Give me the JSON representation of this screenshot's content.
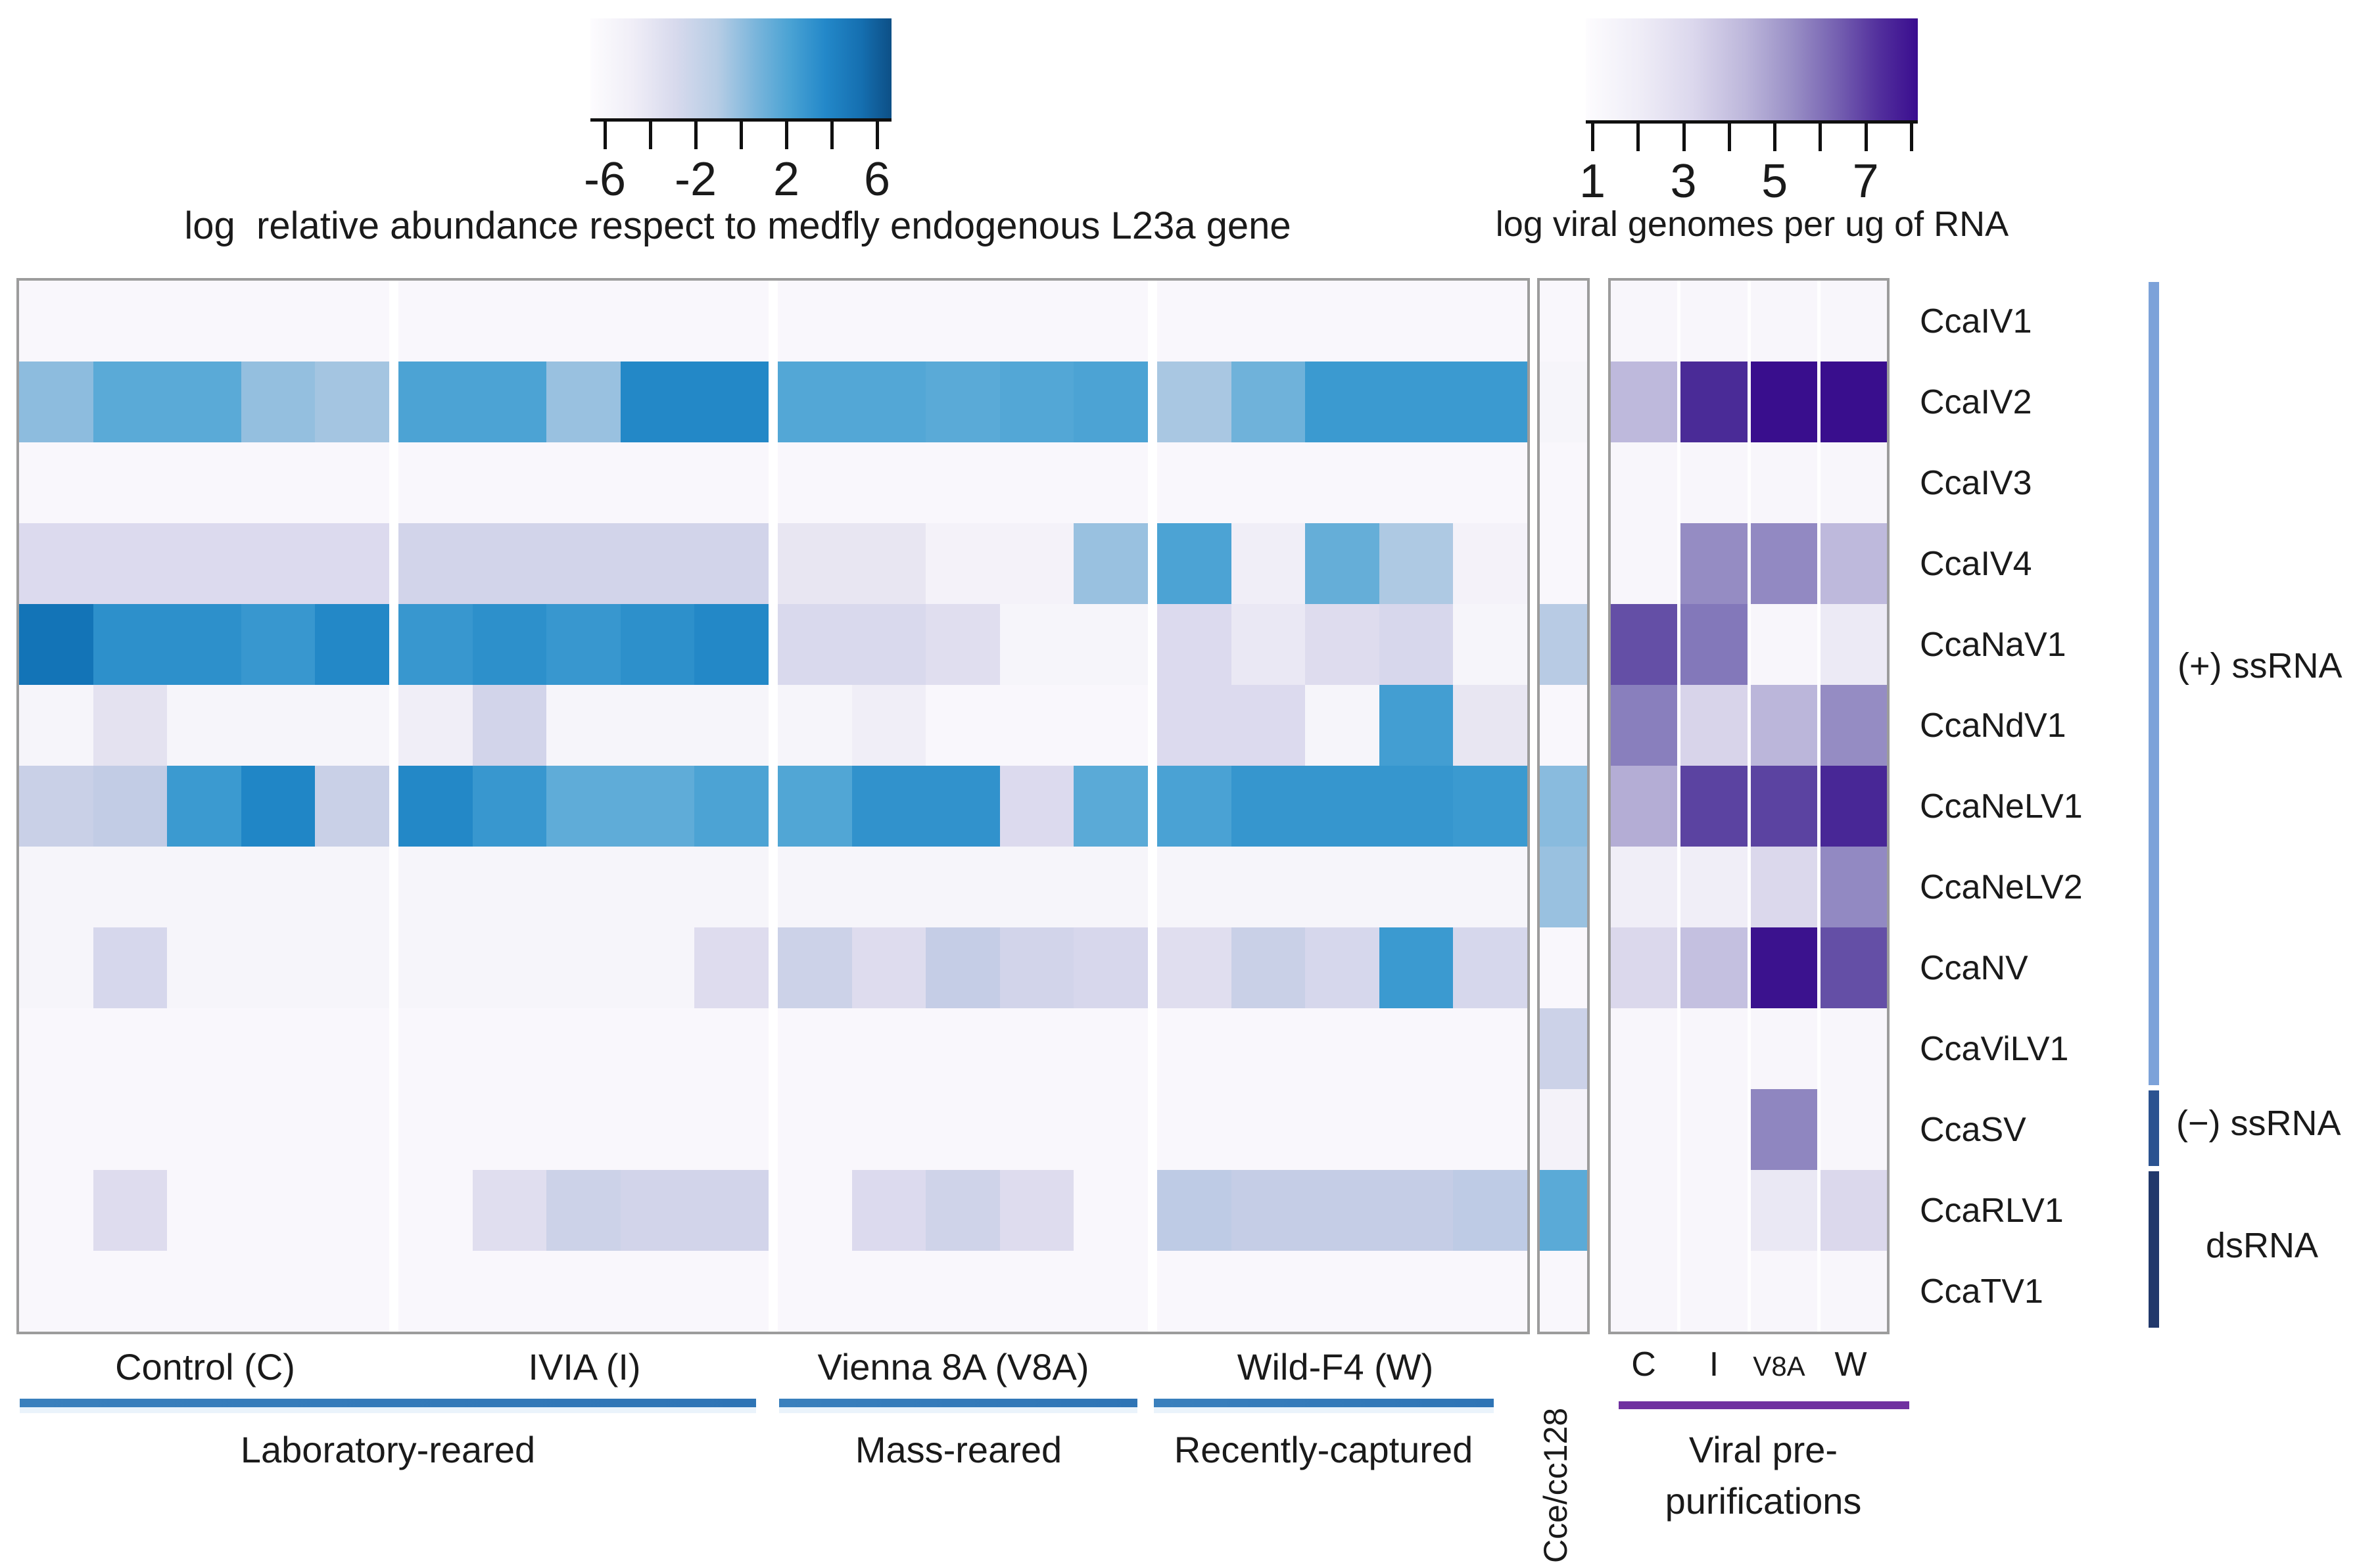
{
  "legends": {
    "blue": {
      "caption": "log  relative abundance respect to medfly endogenous L23a gene",
      "tick_labels": [
        "-6",
        "-2",
        "2",
        "6"
      ],
      "n_ticks": 7,
      "bar_colors": [
        "#fdfcfe",
        "#7ab5db",
        "#0d4f86"
      ]
    },
    "purple": {
      "caption": "log viral genomes per ug of RNA",
      "tick_labels": [
        "1",
        "3",
        "5",
        "7"
      ],
      "n_ticks": 8,
      "bar_colors": [
        "#fdfcfe",
        "#9a90c6",
        "#3a0d8f"
      ]
    }
  },
  "chart_data": {
    "type": "heatmap",
    "row_labels": [
      "CcaIV1",
      "CcaIV2",
      "CcaIV3",
      "CcaIV4",
      "CcaNaV1",
      "CcaNdV1",
      "CcaNeLV1",
      "CcaNeLV2",
      "CcaNV",
      "CcaViLV1",
      "CcaSV",
      "CcaRLV1",
      "CcaTV1"
    ],
    "column_groups": [
      {
        "label": "Control (C)",
        "short": "C",
        "columns": 5
      },
      {
        "label": "IVIA (I)",
        "short": "I",
        "columns": 5
      },
      {
        "label": "Vienna 8A (V8A)",
        "short": "V8A",
        "columns": 5
      },
      {
        "label": "Wild-F4 (W)",
        "short": "W",
        "columns": 5
      }
    ],
    "main_scale": {
      "label": "log relative abundance respect to medfly endogenous L23a gene",
      "domain": [
        -8,
        8
      ],
      "ticks": [
        -6,
        -4,
        -2,
        0,
        2,
        4,
        6
      ]
    },
    "main_values": [
      [
        -7,
        -7,
        -7,
        -7,
        -7,
        -7,
        -7,
        -7,
        -7,
        -7,
        -7,
        -7,
        -7,
        -7,
        -7,
        -7,
        -7,
        -7,
        -7,
        -7
      ],
      [
        1.2,
        2.8,
        2.8,
        1.0,
        0.4,
        3.4,
        3.4,
        0.8,
        5.6,
        5.6,
        3.1,
        3.1,
        2.8,
        3.1,
        3.4,
        0.2,
        2.0,
        4.2,
        4.2,
        4.2
      ],
      [
        -7,
        -7,
        -7,
        -7,
        -7,
        -7,
        -7,
        -7,
        -7,
        -7,
        -7,
        -7,
        -7,
        -7,
        -7,
        -7,
        -7,
        -7,
        -7,
        -7
      ],
      [
        -3,
        -3,
        -3,
        -3,
        -3,
        -2.2,
        -2.2,
        -2.2,
        -2.2,
        -2.2,
        -4.5,
        -4.5,
        -6,
        -6,
        0.8,
        3.4,
        -5.5,
        2.4,
        0,
        -6
      ],
      [
        6.8,
        5,
        5,
        4.4,
        5.6,
        4.4,
        5,
        4.4,
        5,
        5.6,
        -2.8,
        -2.8,
        -3.5,
        -6.5,
        -6.5,
        -3,
        -4.8,
        -3.2,
        -2.6,
        -6.5
      ],
      [
        -6.5,
        -4,
        -6.5,
        -6.5,
        -6.5,
        -5.5,
        -2.2,
        -6.5,
        -6.5,
        -6.5,
        -6.5,
        -5.5,
        -7,
        -7,
        -7,
        -3,
        -3,
        -6.5,
        3.8,
        -4.5
      ],
      [
        -1.5,
        -1,
        4.2,
        5.8,
        -1.5,
        5.6,
        4.4,
        2.6,
        2.6,
        3.4,
        3.2,
        4.8,
        4.8,
        -3,
        2.8,
        3.5,
        4.5,
        4.5,
        4.5,
        4.2
      ],
      [
        -6.5,
        -6.5,
        -6.5,
        -6.5,
        -6.5,
        -6.5,
        -6.5,
        -6.5,
        -6.5,
        -6.5,
        -6.5,
        -6.5,
        -6.5,
        -6.5,
        -6.5,
        -6.5,
        -6.5,
        -6.5,
        -6.5,
        -6.5
      ],
      [
        -6.5,
        -2.5,
        -6.5,
        -6.5,
        -6.5,
        -6.5,
        -6.5,
        -6.5,
        -6.5,
        -3.2,
        -1.8,
        -3.2,
        -1.2,
        -2.2,
        -2.6,
        -3.5,
        -1.5,
        -2.5,
        4.2,
        -2.5
      ],
      [
        -7,
        -7,
        -7,
        -7,
        -7,
        -7,
        -7,
        -7,
        -7,
        -7,
        -7,
        -7,
        -7,
        -7,
        -7,
        -7,
        -7,
        -7,
        -7,
        -7
      ],
      [
        -7,
        -7,
        -7,
        -7,
        -7,
        -7,
        -7,
        -7,
        -7,
        -7,
        -7,
        -7,
        -7,
        -7,
        -7,
        -7,
        -7,
        -7,
        -7,
        -7
      ],
      [
        -7,
        -3.2,
        -7,
        -7,
        -7,
        -7,
        -3.5,
        -1.8,
        -2.2,
        -2.2,
        -7,
        -3,
        -2,
        -3.2,
        -7,
        -0.8,
        -1.2,
        -1.2,
        -1.2,
        -0.8
      ],
      [
        -7,
        -7,
        -7,
        -7,
        -7,
        -7,
        -7,
        -7,
        -7,
        -7,
        -7,
        -7,
        -7,
        -7,
        -7,
        -7,
        -7,
        -7,
        -7,
        -7
      ]
    ],
    "cce_column": {
      "label": "Cce/cc128",
      "values": [
        -7,
        -6.5,
        -7,
        -7,
        -0.5,
        -7,
        1.3,
        0.8,
        -7,
        -1.8,
        -6,
        2.8,
        -7
      ]
    },
    "purification_panel": {
      "caption_line1": "Viral pre-",
      "caption_line2": "purifications",
      "column_labels": [
        "C",
        "I",
        "V8A",
        "W"
      ],
      "scale": {
        "label": "log viral genomes per ug of RNA",
        "domain": [
          0,
          8
        ],
        "ticks": [
          1,
          2,
          3,
          4,
          5,
          6,
          7,
          8
        ]
      },
      "values": [
        [
          0.5,
          0.5,
          0.5,
          0.5
        ],
        [
          3,
          7,
          7.8,
          7.8
        ],
        [
          0.5,
          0.5,
          0.5,
          0.5
        ],
        [
          0.5,
          4.5,
          4.6,
          3
        ],
        [
          6.1,
          5.1,
          0.5,
          1.3
        ],
        [
          4.9,
          2.2,
          3.1,
          4.5
        ],
        [
          3.4,
          6.4,
          6.4,
          7.1
        ],
        [
          1.1,
          1.1,
          2.1,
          4.6
        ],
        [
          2.1,
          2.8,
          7.7,
          6.1
        ],
        [
          0.5,
          0.5,
          0.5,
          0.5
        ],
        [
          0.5,
          0.5,
          4.7,
          0.5
        ],
        [
          0.5,
          0.5,
          1.4,
          2.1
        ],
        [
          0.5,
          0.5,
          0.5,
          0.5
        ]
      ]
    },
    "genome_types": [
      {
        "label": "(+) ssRNA",
        "rows": [
          0,
          9
        ],
        "color": "#7ca2d9"
      },
      {
        "label": "(−) ssRNA",
        "rows": [
          10,
          10
        ],
        "color": "#2b5290"
      },
      {
        "label": "dsRNA",
        "rows": [
          11,
          12
        ],
        "color": "#21386b"
      }
    ],
    "colormaps": {
      "blue": [
        [
          -8,
          "#fdfcfe"
        ],
        [
          -6,
          "#f4f2f9"
        ],
        [
          -4,
          "#e4e2f0"
        ],
        [
          -3,
          "#dcdaee"
        ],
        [
          -2,
          "#cfd3e9"
        ],
        [
          -1,
          "#c2cce5"
        ],
        [
          0,
          "#aec9e3"
        ],
        [
          1,
          "#94bfdf"
        ],
        [
          2,
          "#6fb2da"
        ],
        [
          3,
          "#55a8d6"
        ],
        [
          4,
          "#3f9cd1"
        ],
        [
          5,
          "#2d90cb"
        ],
        [
          6,
          "#1d83c5"
        ],
        [
          7,
          "#1170b4"
        ],
        [
          8,
          "#0b5591"
        ]
      ],
      "purple": [
        [
          0,
          "#fdfcfe"
        ],
        [
          1,
          "#f2f0f8"
        ],
        [
          2,
          "#dedbee"
        ],
        [
          3,
          "#beb9dc"
        ],
        [
          4,
          "#a49cca"
        ],
        [
          5,
          "#867cbc"
        ],
        [
          6,
          "#6753a8"
        ],
        [
          7,
          "#4a2b97"
        ],
        [
          8,
          "#35078a"
        ]
      ]
    }
  },
  "bottom": {
    "group_labels": [
      "Control (C)",
      "IVIA (I)",
      "Vienna 8A (V8A)",
      "Wild-F4 (W)"
    ],
    "rearing_labels": [
      "Laboratory-reared",
      "Mass-reared",
      "Recently-captured"
    ],
    "cce_label": "Cce/cc128",
    "underline_blue_color": "#2e74b5",
    "underline_purple_color": "#7030a0"
  }
}
